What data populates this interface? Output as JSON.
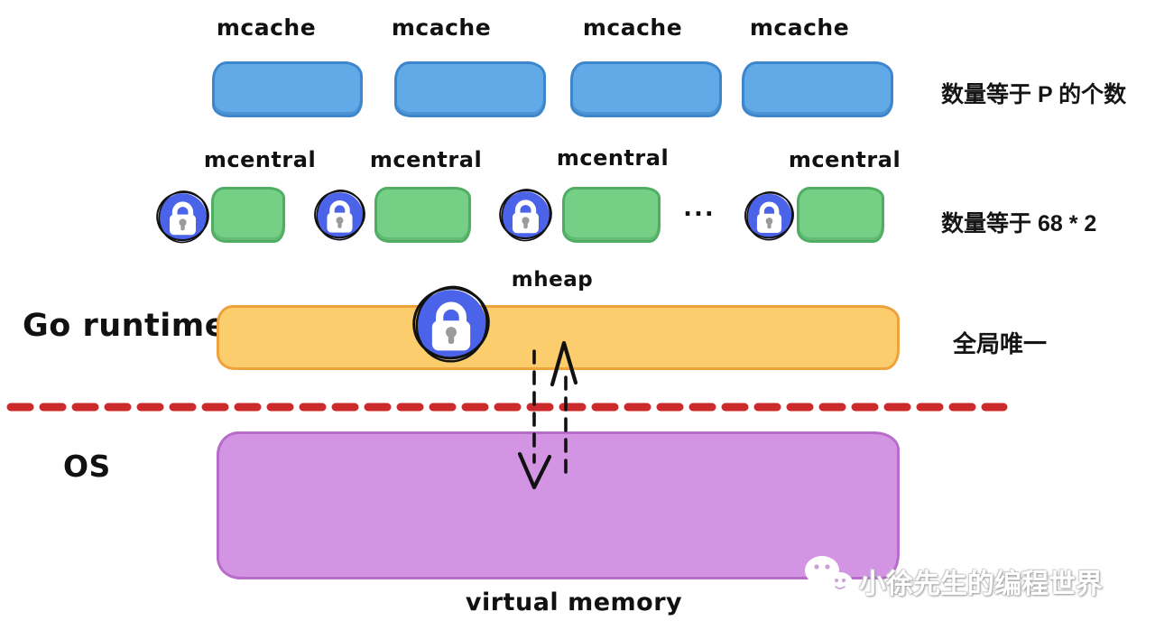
{
  "rows": {
    "mcache": {
      "items": [
        {
          "label": "mcache"
        },
        {
          "label": "mcache"
        },
        {
          "label": "mcache"
        },
        {
          "label": "mcache"
        }
      ],
      "note": "数量等于 P 的个数"
    },
    "mcentral": {
      "items": [
        {
          "label": "mcentral"
        },
        {
          "label": "mcentral"
        },
        {
          "label": "mcentral"
        },
        {
          "label": "mcentral"
        }
      ],
      "ellipsis": "...",
      "note": "数量等于 68 * 2"
    },
    "mheap": {
      "region_label": "Go runtime",
      "label": "mheap",
      "note": "全局唯一"
    },
    "os": {
      "region_label": "OS",
      "memory_label": "virtual memory"
    }
  },
  "watermark": {
    "text": "小徐先生的编程世界"
  },
  "colors": {
    "mcache_fill": "#62a9e8",
    "mcache_border": "#3e86cc",
    "mcentral_fill": "#75d085",
    "mcentral_border": "#4fae63",
    "mheap_fill": "#fbcd6d",
    "mheap_border": "#eda23c",
    "os_fill": "#d494e4",
    "os_border": "#b76cc9",
    "lock_circle": "#4a63e8",
    "divider_red": "#cc2b2b",
    "text": "#111111"
  }
}
